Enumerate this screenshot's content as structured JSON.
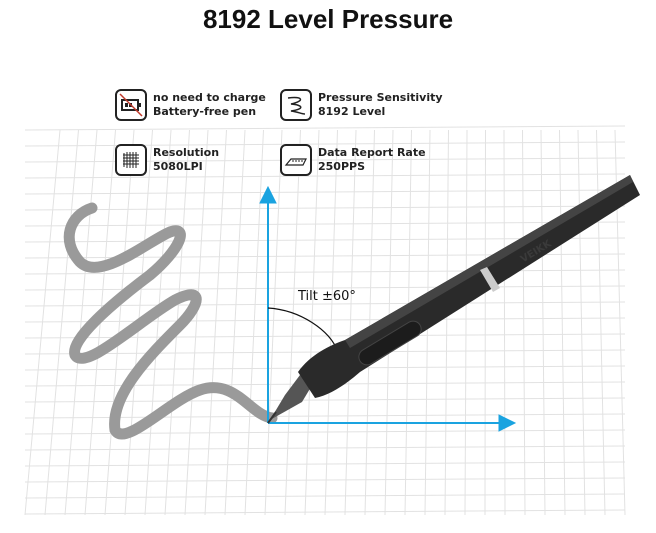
{
  "title": "8192 Level Pressure",
  "features": [
    {
      "icon": "battery-crossed-icon",
      "line1": "no need to charge",
      "line2": "Battery-free pen"
    },
    {
      "icon": "pressure-squiggle-icon",
      "line1": "Pressure Sensitivity",
      "line2": "8192 Level"
    },
    {
      "icon": "resolution-grid-icon",
      "line1": "Resolution",
      "line2": "5080LPI"
    },
    {
      "icon": "tablet-rate-icon",
      "line1": "Data Report Rate",
      "line2": "250PPS"
    }
  ],
  "tilt_label": "Tilt  ±60°",
  "pen_brand": "VEIKK",
  "colors": {
    "axis": "#1aa3e0",
    "stroke": "#9a9a9a",
    "pen": "#2a2a2a"
  }
}
